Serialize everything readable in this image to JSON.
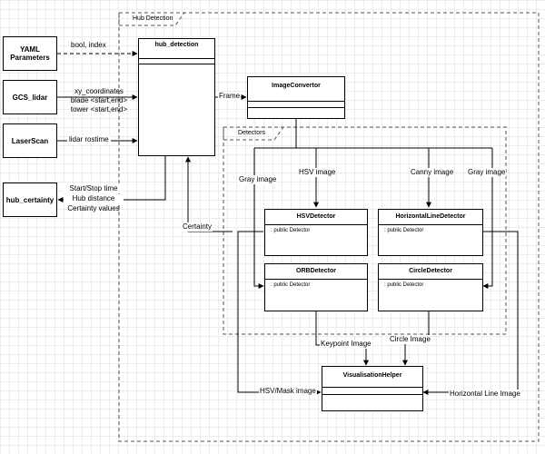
{
  "groups": {
    "hub_detection": "Hub Detection",
    "detectors": "Detectors"
  },
  "inputs": {
    "yaml": "YAML Parameters",
    "gcs": "GCS_lidar",
    "laser": "LaserScan",
    "certainty": "hub_certainty"
  },
  "classes": {
    "hub_detection": "hub_detection",
    "image_convertor": "ImageConvertor",
    "hsv_detector": "HSVDetector",
    "horizontal_line_detector": "HorizontalLineDetector",
    "orb_detector": "ORBDetector",
    "circle_detector": "CircleDetector",
    "visualisation_helper": "VisualisationHelper",
    "detector_attr": ": public Detector"
  },
  "edges": {
    "bool_index": "bool, index",
    "xy_coordinates": "xy_coordinates",
    "blade": "blade <start,end>",
    "tower": "tower <start,end>",
    "lidar_rostime": "lidar rostime",
    "start_stop": "Start/Stop time",
    "hub_distance": "Hub distance",
    "certainty_values": "Certainty values",
    "frame": "Frame",
    "certainty": "Certainty",
    "gray_left": "Gray image",
    "hsv_image": "HSV image",
    "canny_image": "Canny image",
    "gray_right": "Gray image",
    "keypoint": "Keypoint Image",
    "circle": "Circle Image",
    "hsv_mask": "HSV/Mask image",
    "horizontal_line": "Horizontal Line Image"
  }
}
